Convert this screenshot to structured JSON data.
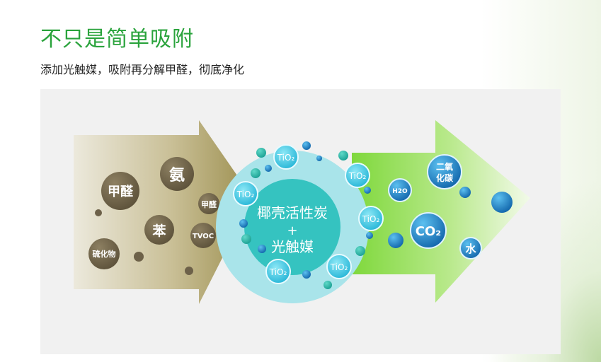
{
  "heading": {
    "title": "不只是简单吸附",
    "subtitle": "添加光触媒，吸附再分解甲醛，彻底净化"
  },
  "diagram": {
    "pollutants": {
      "formaldehyde_large": "甲醛",
      "ammonia": "氨",
      "formaldehyde_small": "甲醛",
      "benzene": "苯",
      "tvoc": "TVOC",
      "sulfide": "硫化物"
    },
    "center": {
      "line1": "椰壳活性炭",
      "plus": "+",
      "line2": "光触媒",
      "tio2_label": "TiO₂"
    },
    "products": {
      "co2_small": "二氧化碳",
      "co2_line1": "二氧",
      "co2_line2": "化碳",
      "h2o": "H2O",
      "co2": "CO₂",
      "water": "水"
    },
    "colors": {
      "title_green": "#2aa33c",
      "brown_ball": "#6d6149",
      "teal_center": "#2fc2c0",
      "blue_ball": "#1479bf"
    }
  }
}
